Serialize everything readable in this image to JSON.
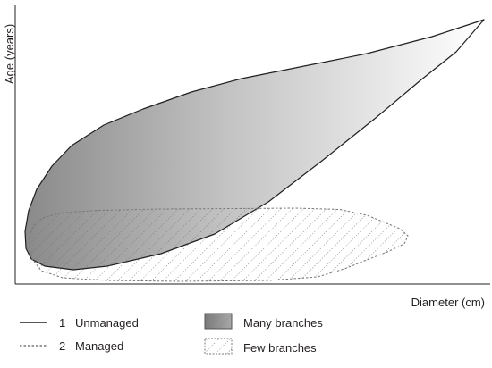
{
  "axes": {
    "x_label": "Diameter (cm)",
    "y_label": "Age (years)"
  },
  "legend": {
    "lines": [
      {
        "number": "1",
        "label": "Unmanaged",
        "style": "solid"
      },
      {
        "number": "2",
        "label": "Managed",
        "style": "dashed"
      }
    ],
    "fills": [
      {
        "label": "Many branches",
        "style": "gradient-gray"
      },
      {
        "label": "Few branches",
        "style": "diagonal-dotted-hatch"
      }
    ]
  },
  "colors": {
    "ink": "#231f20",
    "gradient_dark": "#8a8a8a",
    "gradient_light": "#ffffff",
    "hatch": "#6d6d6d"
  }
}
